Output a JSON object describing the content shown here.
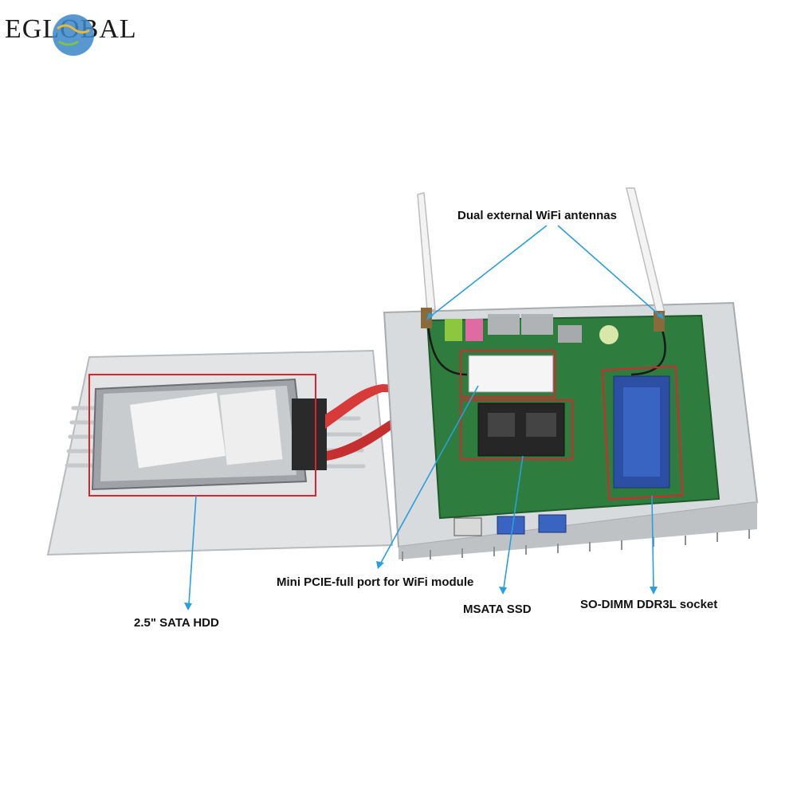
{
  "brand": {
    "logo_text": "EGLOBAL"
  },
  "callouts": {
    "antennas": "Dual external WiFi antennas",
    "wifi_port": "Mini PCIE-full port for WiFi module",
    "msata": "MSATA SSD",
    "sodimm": "SO-DIMM DDR3L socket",
    "hdd": "2.5\" SATA HDD"
  },
  "colors": {
    "highlight_box": "#d9262c",
    "callout_line": "#2a9fd8",
    "chassis": "#d8dbde",
    "pcb": "#2f7d3e",
    "ram_stick": "#2c4fa3",
    "sata_cable": "#d83a3a"
  }
}
